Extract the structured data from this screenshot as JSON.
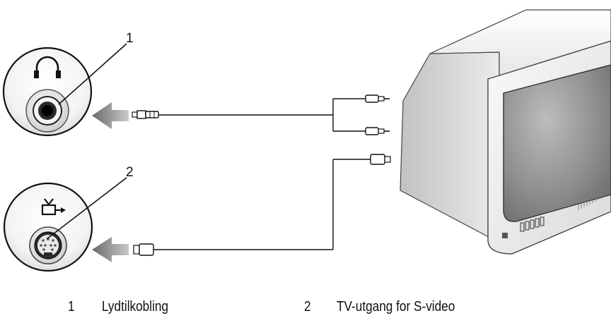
{
  "callouts": [
    {
      "number": "1",
      "label": "Lydtilkobling"
    },
    {
      "number": "2",
      "label": "TV-utgang for S-video"
    }
  ],
  "icons": {
    "audio_port": "headphones-icon",
    "video_port": "tv-out-icon"
  }
}
